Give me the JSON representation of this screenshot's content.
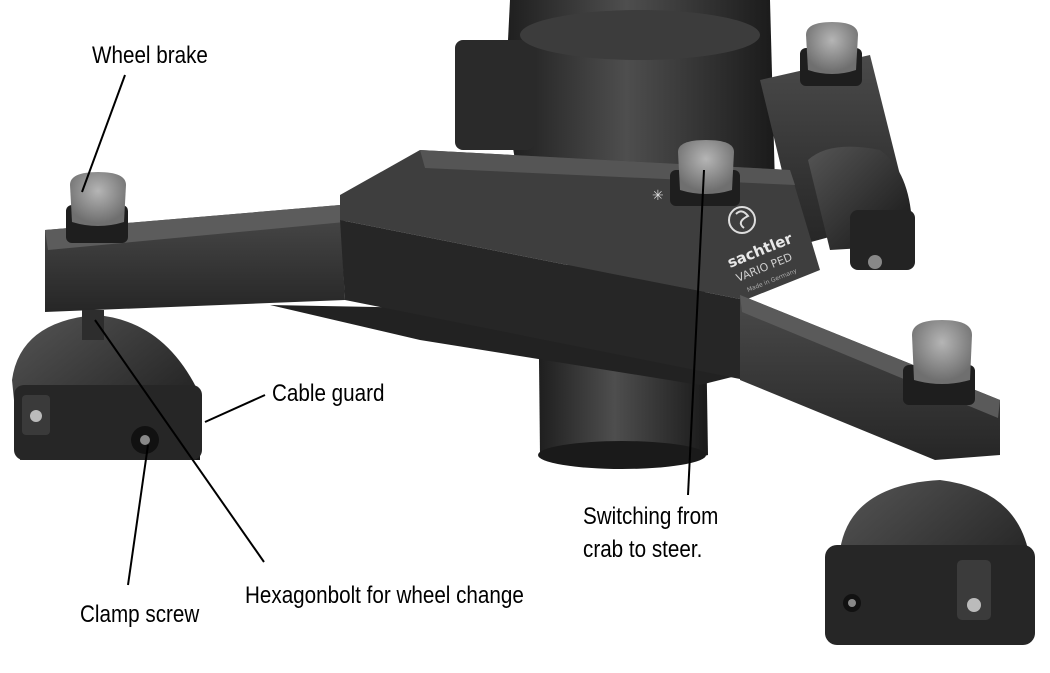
{
  "labels": {
    "wheel_brake": "Wheel brake",
    "cable_guard": "Cable guard",
    "clamp_screw": "Clamp screw",
    "hexagon_bolt": "Hexagonbolt for wheel change",
    "switching_line1": "Switching from",
    "switching_line2": "crab to steer."
  },
  "brand": {
    "logo": "sachtler",
    "model": "VARIO PED",
    "made_in": "Made in Germany"
  },
  "panel_symbols": [
    "✳",
    "↗"
  ],
  "colors": {
    "background": "#ffffff",
    "metal": "#3a3a3a",
    "metal_dark": "#1d1d1d",
    "metal_light": "#5a5a5a",
    "brake_cap": "#8a8a8a",
    "leader_line": "#000000"
  }
}
